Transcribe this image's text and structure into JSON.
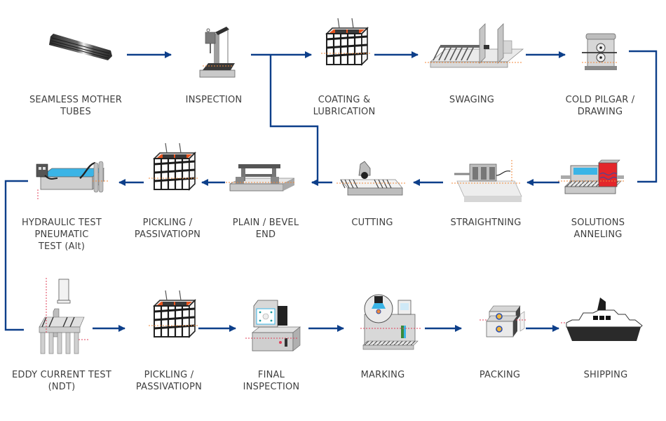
{
  "diagram": {
    "title": "Seamless tube manufacturing process flow",
    "colors": {
      "connector": "#0d3f8a",
      "label_text": "#3f3f3f",
      "guide_orange": "#f08a3c",
      "guide_red": "#e0405a",
      "coating_orange": "#e8541e",
      "water_blue": "#3ab4e6",
      "furnace_red": "#e3262b"
    },
    "steps": [
      {
        "id": "seamless-mother-tubes",
        "label": "SEAMLESS MOTHER\nTUBES",
        "icon": "tube-bundle-icon",
        "row": 1
      },
      {
        "id": "inspection",
        "label": "INSPECTION",
        "icon": "inspection-machine-icon",
        "row": 1
      },
      {
        "id": "coating-lubrication",
        "label": "COATING &\nLUBRICATION",
        "icon": "coating-tank-icon",
        "row": 1
      },
      {
        "id": "swaging",
        "label": "SWAGING",
        "icon": "swaging-machine-icon",
        "row": 1
      },
      {
        "id": "cold-pilgar-drawing",
        "label": "COLD PILGAR /\nDRAWING",
        "icon": "pilger-mill-icon",
        "row": 1
      },
      {
        "id": "solutions-anneling",
        "label": "SOLUTIONS\nANNELING",
        "icon": "annealing-furnace-icon",
        "row": 2
      },
      {
        "id": "straightning",
        "label": "STRAIGHTNING",
        "icon": "straightening-machine-icon",
        "row": 2
      },
      {
        "id": "cutting",
        "label": "CUTTING",
        "icon": "cutting-machine-icon",
        "row": 2
      },
      {
        "id": "plain-bevel-end",
        "label": "PLAIN / BEVEL\nEND",
        "icon": "bevel-machine-icon",
        "row": 2
      },
      {
        "id": "pickling-passivation-1",
        "label": "PICKLING /\nPASSIVATIOPN",
        "icon": "pickling-tank-icon",
        "row": 2
      },
      {
        "id": "hydraulic-test",
        "label": "HYDRAULIC TEST\nPNEUMATIC\nTEST (Alt)",
        "icon": "hydraulic-test-tank-icon",
        "row": 2
      },
      {
        "id": "eddy-current-test",
        "label": "EDDY CURRENT TEST\n(NDT)",
        "icon": "eddy-current-tester-icon",
        "row": 3
      },
      {
        "id": "pickling-passivation-2",
        "label": "PICKLING /\nPASSIVATIOPN",
        "icon": "pickling-tank-icon",
        "row": 3
      },
      {
        "id": "final-inspection",
        "label": "FINAL\nINSPECTION",
        "icon": "final-inspection-machine-icon",
        "row": 3
      },
      {
        "id": "marking",
        "label": "MARKING",
        "icon": "marking-machine-icon",
        "row": 3
      },
      {
        "id": "packing",
        "label": "PACKING",
        "icon": "packing-boxes-icon",
        "row": 3
      },
      {
        "id": "shipping",
        "label": "SHIPPING",
        "icon": "ship-icon",
        "row": 3
      }
    ],
    "connections": [
      {
        "from": "seamless-mother-tubes",
        "to": "inspection"
      },
      {
        "from": "inspection",
        "to": "coating-lubrication"
      },
      {
        "from": "inspection",
        "to": "plain-bevel-end"
      },
      {
        "from": "coating-lubrication",
        "to": "swaging"
      },
      {
        "from": "swaging",
        "to": "cold-pilgar-drawing"
      },
      {
        "from": "cold-pilgar-drawing",
        "to": "solutions-anneling"
      },
      {
        "from": "solutions-anneling",
        "to": "straightning"
      },
      {
        "from": "straightning",
        "to": "cutting"
      },
      {
        "from": "cutting",
        "to": "plain-bevel-end"
      },
      {
        "from": "plain-bevel-end",
        "to": "pickling-passivation-1"
      },
      {
        "from": "pickling-passivation-1",
        "to": "hydraulic-test"
      },
      {
        "from": "hydraulic-test",
        "to": "eddy-current-test"
      },
      {
        "from": "eddy-current-test",
        "to": "pickling-passivation-2"
      },
      {
        "from": "pickling-passivation-2",
        "to": "final-inspection"
      },
      {
        "from": "final-inspection",
        "to": "marking"
      },
      {
        "from": "marking",
        "to": "packing"
      },
      {
        "from": "packing",
        "to": "shipping"
      }
    ]
  }
}
